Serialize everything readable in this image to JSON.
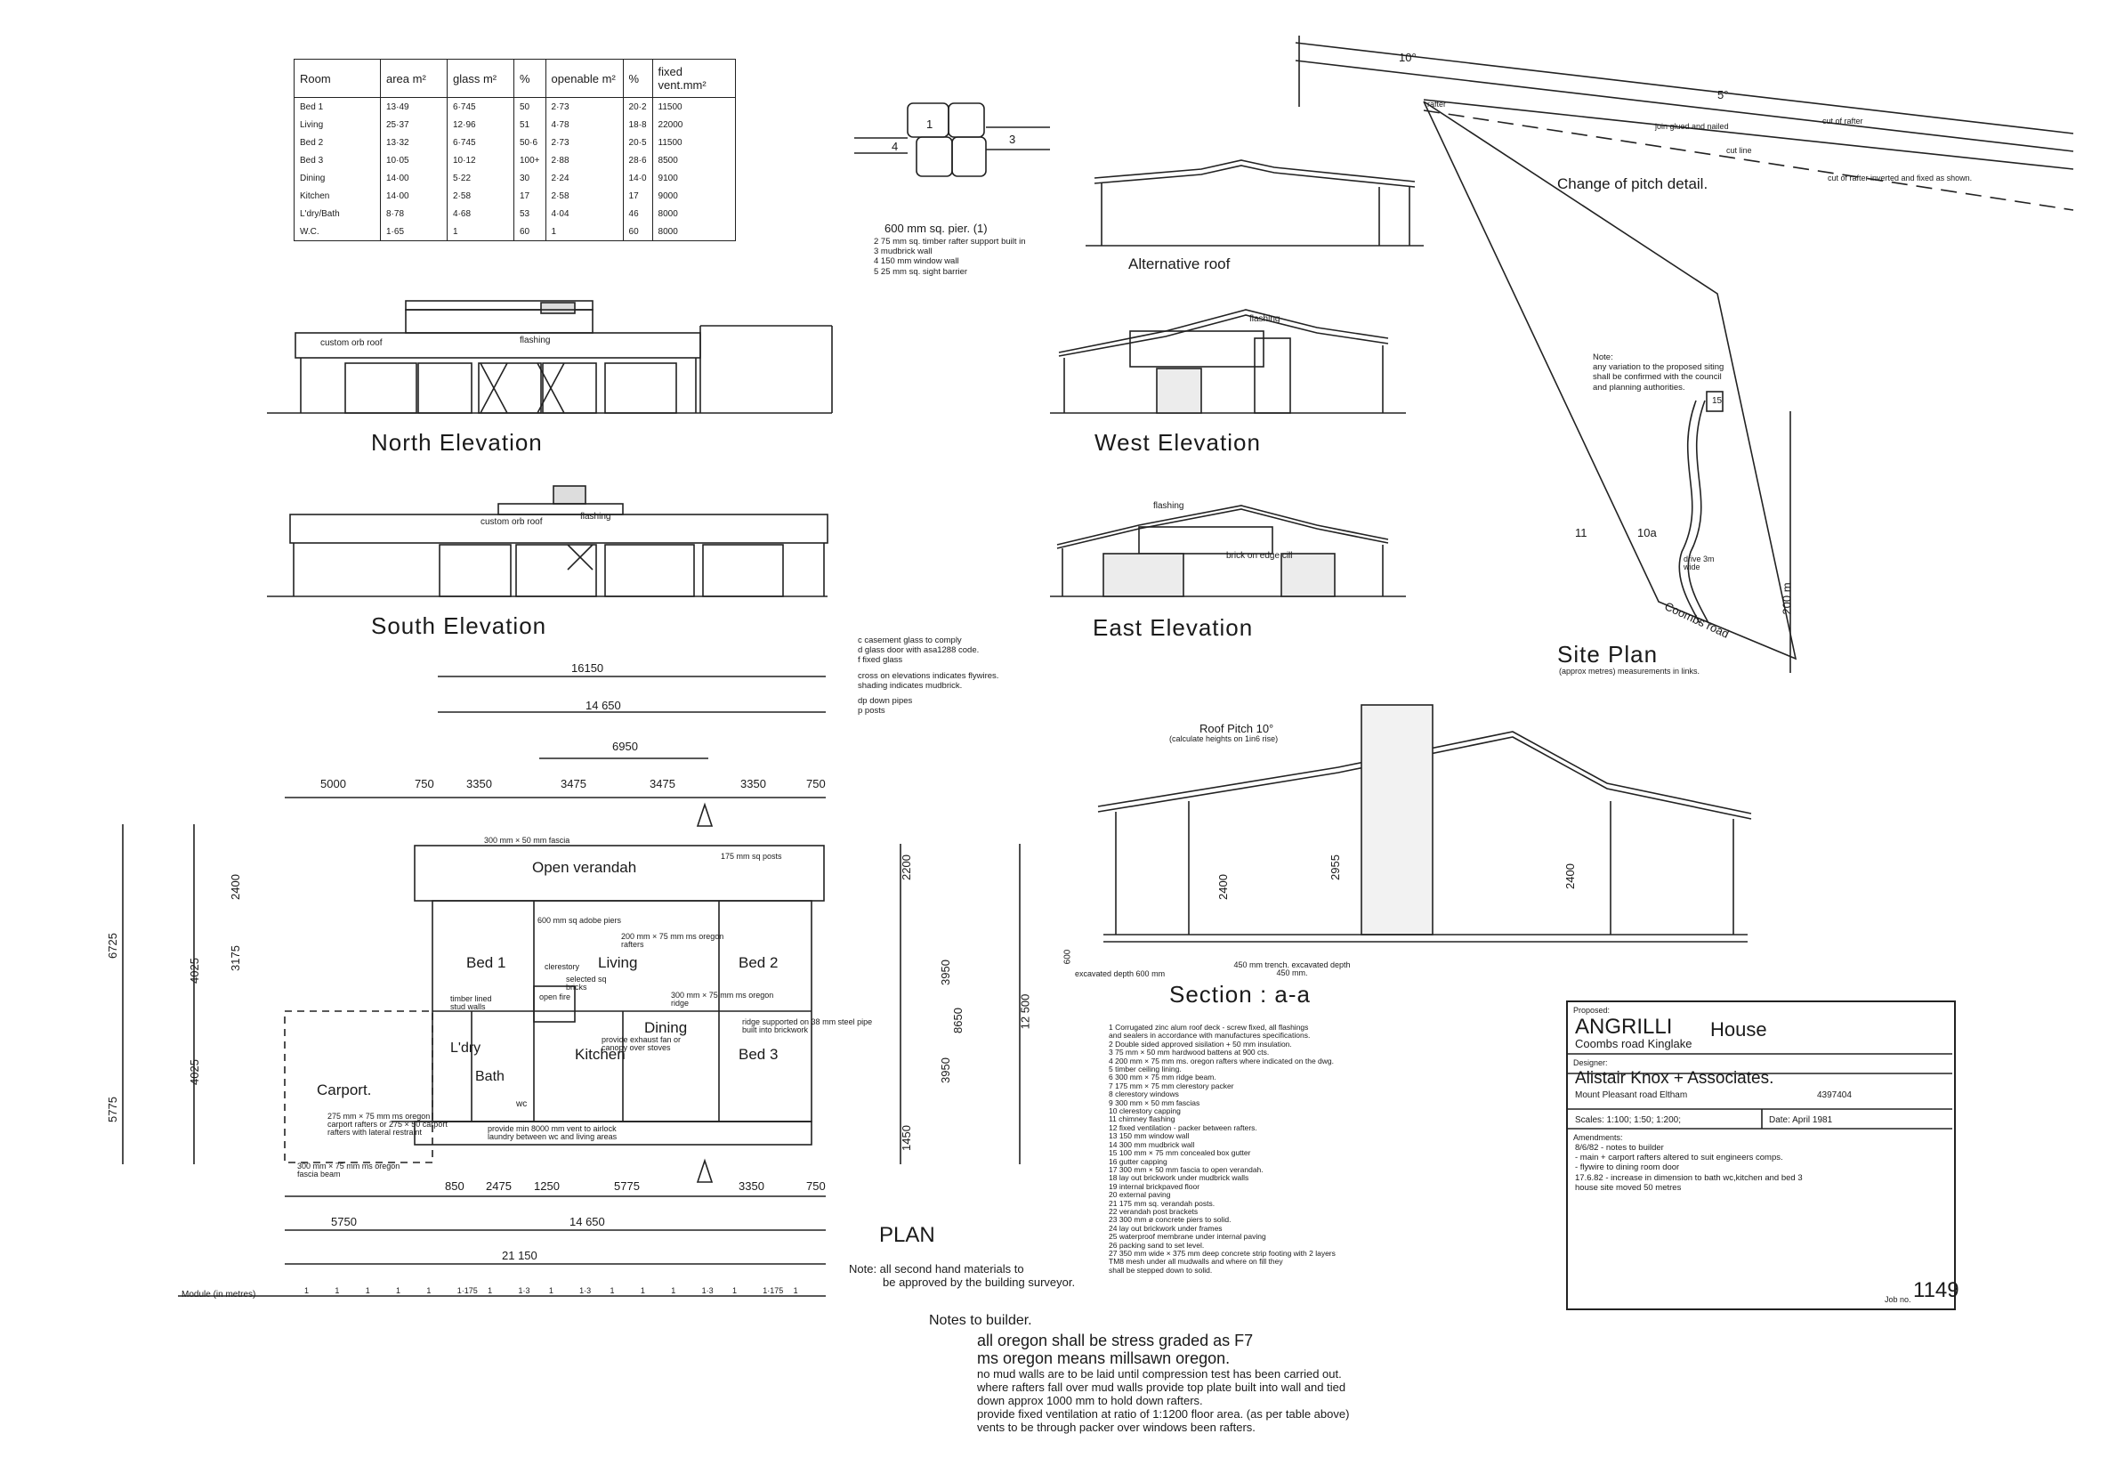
{
  "room_table": {
    "headers": [
      "Room",
      "area m²",
      "glass m²",
      "%",
      "openable m²",
      "%",
      "fixed vent.mm²"
    ],
    "rows": [
      [
        "Bed 1",
        "13·49",
        "6·745",
        "50",
        "2·73",
        "20·2",
        "11500"
      ],
      [
        "Living",
        "25·37",
        "12·96",
        "51",
        "4·78",
        "18·8",
        "22000"
      ],
      [
        "Bed 2",
        "13·32",
        "6·745",
        "50·6",
        "2·73",
        "20·5",
        "11500"
      ],
      [
        "Bed 3",
        "10·05",
        "10·12",
        "100+",
        "2·88",
        "28·6",
        "8500"
      ],
      [
        "Dining",
        "14·00",
        "5·22",
        "30",
        "2·24",
        "14·0",
        "9100"
      ],
      [
        "Kitchen",
        "14·00",
        "2·58",
        "17",
        "2·58",
        "17",
        "9000"
      ],
      [
        "L'dry/Bath",
        "8·78",
        "4·68",
        "53",
        "4·04",
        "46",
        "8000"
      ],
      [
        "W.C.",
        "1·65",
        "1",
        "60",
        "1",
        "60",
        "8000"
      ]
    ]
  },
  "pier_detail": {
    "title": "600 mm sq. pier. (1)",
    "labels": [
      "1",
      "3",
      "4"
    ],
    "notes": [
      "2   75 mm sq. timber rafter support  built in",
      "3   mudbrick wall",
      "4   150 mm window wall",
      "5   25 mm sq. sight barrier"
    ]
  },
  "elevations": {
    "north": "North  Elevation",
    "south": "South  Elevation",
    "west": "West  Elevation",
    "east": "East  Elevation",
    "alt_roof": "Alternative  roof",
    "custom_orb_roof": "custom orb roof",
    "flashing": "flashing",
    "brick_on_edge": "brick on edge cill"
  },
  "pitch_detail": {
    "title": "Change of pitch detail.",
    "angle_top": "10°",
    "angle_mid": "5°",
    "labels": [
      "rafter",
      "join glued and nailed",
      "cut of rafter",
      "cut line",
      "cut of rafter inverted and  fixed as shown."
    ]
  },
  "legend": [
    "c  casement     glass to comply",
    "d  glass door      with asa1288 code.",
    "f  fixed glass",
    "cross on elevations indicates flywires.",
    "shading  indicates mudbrick.",
    "dp  down pipes",
    "p  posts"
  ],
  "site_plan": {
    "title": "Site Plan",
    "subtitle": "(approx metres) measurements  in  links.",
    "note": [
      "Note:",
      "any variation to the proposed siting",
      "shall be confirmed with the council",
      "and planning authorities."
    ],
    "lots": [
      "11",
      "10a",
      "15"
    ],
    "road": "Coombs  road",
    "drive": "drive 3m wide",
    "dimension": "200 m"
  },
  "plan": {
    "title": "PLAN",
    "note": [
      "Note: all second hand materials to",
      "be approved by the building surveyor."
    ],
    "rooms": [
      "Open  verandah",
      "Bed 1",
      "Living",
      "Bed 2",
      "Dining",
      "Kitchen",
      "Bed 3",
      "Carport.",
      "L'dry",
      "Bath",
      "wc"
    ],
    "top_dims": [
      "16150",
      "14 650",
      "6950"
    ],
    "bay_dims": [
      "5000",
      "750",
      "3350",
      "3475",
      "3475",
      "3350",
      "750"
    ],
    "bottom_dims": [
      "850",
      "2475",
      "1250",
      "5775",
      "3350",
      "750"
    ],
    "overall_bottom": [
      "5750",
      "14 650",
      "21 150"
    ],
    "left_dims": [
      "6725",
      "5775",
      "4025",
      "4025",
      "2400",
      "3175"
    ],
    "right_dims": [
      "12 500",
      "8650",
      "3950",
      "3950",
      "2200",
      "1450"
    ],
    "module_label": "Module  (in metres)",
    "module_values": [
      "1",
      "1",
      "1",
      "1",
      "1",
      "1·175",
      "1",
      "1·3",
      "1",
      "1·3",
      "1",
      "1",
      "1",
      "1·3",
      "1",
      "1·175",
      "1"
    ],
    "annotations": [
      "300 mm × 50 mm fascia",
      "175 mm sq posts",
      "600 mm sq adobe piers",
      "200 mm × 75 mm ms oregon rafters",
      "timber lined stud walls",
      "clerestory",
      "selected sq bricks",
      "open fire",
      "300 mm × 75 mm ms oregon ridge",
      "ridge supported on 38 mm steel pipe built into brickwork",
      "provide exhaust fan or canopy over stoves",
      "provide min 8000 mm vent to airlock laundry between wc and living areas",
      "275 mm × 75 mm ms oregon carport rafters or 275 × 50 carport rafters with lateral restraint",
      "300 mm × 75 mm ms oregon fascia beam"
    ]
  },
  "section": {
    "title": "Section : a-a",
    "pitch": "Roof Pitch  10°",
    "pitch_note": "(calculate heights on 1in6 rise)",
    "dims": [
      "2400",
      "2955",
      "2400",
      "600"
    ],
    "footing_notes": [
      "excavated depth 600 mm",
      "450 mm  trench. excavated depth 450 mm."
    ],
    "notes": [
      "1   Corrugated zinc alum roof deck - screw fixed, all flashings",
      "     and sealers  in accordance with  manufactures specifications.",
      "2   Double sided approved  sisilation + 50 mm insulation.",
      "3   75 mm × 50 mm  hardwood   battens at 900 cts.",
      "4   200 mm × 75 mm  ms. oregon rafters  where  indicated on the dwg.",
      "5   timber ceiling lining.",
      "6   300 mm × 75 mm ridge beam.",
      "7   175 mm × 75 mm clerestory packer",
      "8   clerestory windows",
      "9   300 mm × 50 mm fascias",
      "10  clerestory capping",
      "11  chimney flashing",
      "12  fixed ventilation - packer between rafters.",
      "13  150 mm  window wall",
      "14  300 mm  mudbrick wall",
      "15  100 mm × 75 mm concealed  box gutter",
      "16  gutter capping",
      "17  300 mm × 50 mm fascia to open verandah.",
      "18  lay out brickwork  under mudbrick walls",
      "19  internal brickpaved floor",
      "20  external paving",
      "21  175 mm sq. verandah posts.",
      "22  verandah post brackets",
      "23  300 mm ø concrete piers to solid.",
      "24  lay out brickwork under frames",
      "25  waterproof membrane under internal paving",
      "26  packing sand to set level.",
      "27  350 mm wide × 375 mm deep concrete strip footing  with 2 layers",
      "      TM8 mesh  under all mudwalls and where on  fill they",
      "      shall be stepped  down to solid."
    ]
  },
  "builder_notes": {
    "heading": "Notes to builder.",
    "lines": [
      "all oregon shall be  stress graded as F7",
      "ms oregon  means  millsawn oregon.",
      "no mud walls  are to be laid until compression test has been carried out.",
      "where rafters fall over mud walls  provide top plate built into wall and tied",
      "   down approx 1000 mm to hold down rafters.",
      "provide fixed ventilation at ratio of 1:1200 floor area. (as per table above)",
      "   vents  to be through packer over windows been rafters."
    ]
  },
  "title_block": {
    "proposed_label": "Proposed:",
    "project": "ANGRILLI",
    "project_suffix": "House",
    "address": "Coombs  road      Kinglake",
    "designer_label": "Designer:",
    "designer": "Alistair Knox + Associates.",
    "designer_address": "Mount  Pleasant  road    Eltham",
    "phone": "4397404",
    "scales": "Scales: 1:100; 1:50; 1:200;",
    "date": "Date: April  1981",
    "amendments_label": "Amendments:",
    "amendments": [
      "8/6/82  - notes  to builder",
      "         - main + carport rafters altered to suit engineers comps.",
      "         - flywire  to dining room door",
      "17.6.82 - increase  in  dimension  to  bath  wc,kitchen  and  bed  3",
      "           house site  moved  50 metres"
    ],
    "job_label": "Job no.",
    "job_number": "1149"
  }
}
